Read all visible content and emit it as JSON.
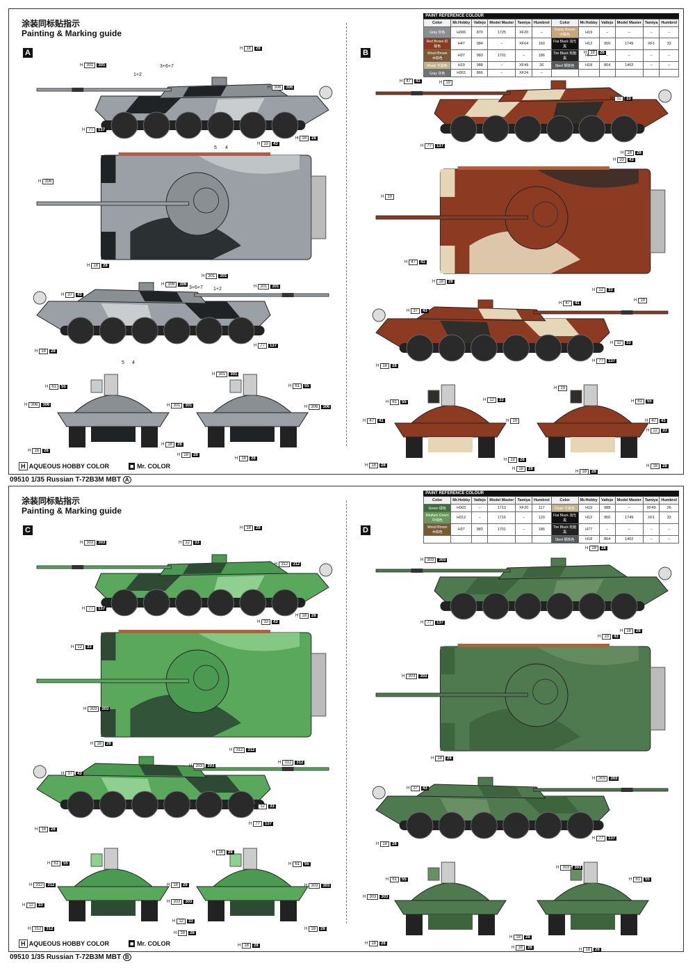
{
  "cn_title": "涂装同标贴指示",
  "en_title": "Painting & Marking guide",
  "legend": {
    "h_label": "AQUEOUS HOBBY COLOR",
    "m_label": "Mr. COLOR"
  },
  "footer": {
    "sheet1": "09510 1/35 Russian T-72B3M MBT",
    "sheet1_mark": "A",
    "sheet2": "09510 1/35 Russian T-72B3M MBT",
    "sheet2_mark": "B"
  },
  "schemes": [
    {
      "id": "A",
      "camo": [
        "#8a8f94",
        "#1f2326",
        "#c9cdd0"
      ],
      "hull": "#9aa0a5"
    },
    {
      "id": "B",
      "camo": [
        "#8c3a22",
        "#e6d6b8",
        "#2f2e2a"
      ],
      "hull": "#8c3a22"
    },
    {
      "id": "C",
      "camo": [
        "#4b9a52",
        "#2e4a34",
        "#8fcf8f"
      ],
      "hull": "#5aa85c"
    },
    {
      "id": "D",
      "camo": [
        "#4f7a4f",
        "#3e643e",
        "#6a8f64"
      ],
      "hull": "#4f7a4f"
    }
  ],
  "paint_table_1": {
    "caption": "PAINT REFERENCE COLOUR",
    "headers": [
      "Color",
      "Mr.Hobby",
      "Vallejo",
      "Model Master",
      "Tamiya",
      "Humbrol"
    ],
    "left": [
      {
        "name": "Gray 灰色",
        "color": "#8b8f92",
        "hobby": "H306",
        "vallejo": "870",
        "mm": "1725",
        "tamiya": "XF20",
        "humbrol": "–"
      },
      {
        "name": "Red Brown 红棕色",
        "color": "#8c3a22",
        "hobby": "H47",
        "vallejo": "984",
        "mm": "–",
        "tamiya": "XF64",
        "humbrol": "160"
      },
      {
        "name": "Wood Brown 木棕色",
        "color": "#7a5a33",
        "hobby": "H37",
        "vallejo": "983",
        "mm": "1701",
        "tamiya": "–",
        "humbrol": "186"
      },
      {
        "name": "Khaki 卡其色",
        "color": "#c2b48a",
        "hobby": "H19",
        "vallejo": "988",
        "mm": "–",
        "tamiya": "XF49",
        "humbrol": "26"
      },
      {
        "name": "Gray 灰色",
        "color": "#6f7477",
        "hobby": "H301",
        "vallejo": "866",
        "mm": "–",
        "tamiya": "XF24",
        "humbrol": "–"
      }
    ],
    "right": [
      {
        "name": "Sandy Brown 沙棕色",
        "color": "#c9a77a",
        "hobby": "H19",
        "vallejo": "–",
        "mm": "–",
        "tamiya": "–",
        "humbrol": "–"
      },
      {
        "name": "Flat Black 消光黑",
        "color": "#111111",
        "hobby": "H12",
        "vallejo": "950",
        "mm": "1749",
        "tamiya": "XF1",
        "humbrol": "33"
      },
      {
        "name": "Tire Black 轮胎黑",
        "color": "#222222",
        "hobby": "H77",
        "vallejo": "–",
        "mm": "–",
        "tamiya": "–",
        "humbrol": "–"
      },
      {
        "name": "Steel 钢铁色",
        "color": "#555a5d",
        "hobby": "H18",
        "vallejo": "864",
        "mm": "1402",
        "tamiya": "–",
        "humbrol": "–"
      }
    ]
  },
  "paint_table_2": {
    "caption": "PAINT REFERENCE COLOUR",
    "headers": [
      "Color",
      "Mr.Hobby",
      "Vallejo",
      "Model Master",
      "Tamiya",
      "Humbrol"
    ],
    "left": [
      {
        "name": "Green 绿色",
        "color": "#3f6e40",
        "hobby": "H303",
        "vallejo": "–",
        "mm": "1713",
        "tamiya": "XF20",
        "humbrol": "117"
      },
      {
        "name": "Medium Green 中绿色",
        "color": "#6a9a5a",
        "hobby": "H312",
        "vallejo": "–",
        "mm": "1716",
        "tamiya": "–",
        "humbrol": "120"
      },
      {
        "name": "Wood Brown 木棕色",
        "color": "#7a5a33",
        "hobby": "H37",
        "vallejo": "983",
        "mm": "1701",
        "tamiya": "–",
        "humbrol": "186"
      }
    ],
    "right": [
      {
        "name": "Khaki 卡其色",
        "color": "#c2b48a",
        "hobby": "H19",
        "vallejo": "988",
        "mm": "–",
        "tamiya": "XF49",
        "humbrol": "26"
      },
      {
        "name": "Flat Black 消光黑",
        "color": "#111111",
        "hobby": "H12",
        "vallejo": "950",
        "mm": "1749",
        "tamiya": "XF1",
        "humbrol": "33"
      },
      {
        "name": "Tire Black 轮胎黑",
        "color": "#222222",
        "hobby": "H77",
        "vallejo": "–",
        "mm": "–",
        "tamiya": "–",
        "humbrol": "–"
      },
      {
        "name": "Steel 钢铁色",
        "color": "#555a5d",
        "hobby": "H18",
        "vallejo": "864",
        "mm": "1402",
        "tamiya": "–",
        "humbrol": "–"
      }
    ]
  },
  "callouts": {
    "A": [
      [
        "H",
        "301",
        "301"
      ],
      [
        "H",
        "18",
        "28"
      ],
      [
        "H",
        "306",
        "306"
      ],
      [
        "H",
        "77",
        "137"
      ],
      [
        "H",
        "33",
        "43"
      ],
      [
        "H",
        "18",
        "28"
      ],
      [
        "H",
        "306",
        ""
      ],
      [
        "H",
        "18",
        "28"
      ],
      [
        "H",
        "301",
        "301"
      ],
      [
        "H",
        "37",
        "43"
      ],
      [
        "H",
        "306",
        "306"
      ],
      [
        "H",
        "301",
        "301"
      ],
      [
        "H",
        "18",
        "28"
      ],
      [
        "H",
        "77",
        "137"
      ],
      [
        "H",
        "61",
        "55"
      ],
      [
        "H",
        "306",
        "306"
      ],
      [
        "H",
        "18",
        "28"
      ],
      [
        "H",
        "301",
        "301"
      ],
      [
        "H",
        "18",
        "28"
      ],
      [
        "H",
        "301",
        "301"
      ],
      [
        "H",
        "61",
        "55"
      ],
      [
        "H",
        "306",
        "306"
      ],
      [
        "H",
        "18",
        "28"
      ],
      [
        "H",
        "18",
        "28"
      ]
    ],
    "B": [
      [
        "H",
        "18",
        "28"
      ],
      [
        "H",
        "47",
        "41"
      ],
      [
        "H",
        "19",
        ""
      ],
      [
        "H",
        "12",
        "33"
      ],
      [
        "H",
        "77",
        "137"
      ],
      [
        "H",
        "18",
        "28"
      ],
      [
        "H",
        "18",
        "28"
      ],
      [
        "H",
        "33",
        "43"
      ],
      [
        "H",
        "19",
        ""
      ],
      [
        "H",
        "47",
        "41"
      ],
      [
        "H",
        "12",
        "33"
      ],
      [
        "H",
        "18",
        "28"
      ],
      [
        "H",
        "37",
        "43"
      ],
      [
        "H",
        "47",
        "41"
      ],
      [
        "H",
        "19",
        ""
      ],
      [
        "H",
        "12",
        "33"
      ],
      [
        "H",
        "18",
        "28"
      ],
      [
        "H",
        "77",
        "137"
      ],
      [
        "H",
        "61",
        "55"
      ],
      [
        "H",
        "47",
        "41"
      ],
      [
        "H",
        "12",
        "33"
      ],
      [
        "H",
        "19",
        ""
      ],
      [
        "H",
        "18",
        "28"
      ],
      [
        "H",
        "18",
        "28"
      ],
      [
        "H",
        "19",
        ""
      ],
      [
        "H",
        "61",
        "55"
      ],
      [
        "H",
        "47",
        "41"
      ],
      [
        "H",
        "12",
        "33"
      ],
      [
        "H",
        "18",
        "28"
      ],
      [
        "H",
        "18",
        "28"
      ],
      [
        "H",
        "18",
        "28"
      ]
    ],
    "C": [
      [
        "H",
        "303",
        "303"
      ],
      [
        "H",
        "12",
        "33"
      ],
      [
        "H",
        "18",
        "28"
      ],
      [
        "H",
        "312",
        "312"
      ],
      [
        "H",
        "77",
        "137"
      ],
      [
        "H",
        "33",
        "43"
      ],
      [
        "H",
        "18",
        "28"
      ],
      [
        "H",
        "12",
        "33"
      ],
      [
        "H",
        "303",
        "303"
      ],
      [
        "H",
        "18",
        "28"
      ],
      [
        "H",
        "312",
        "312"
      ],
      [
        "H",
        "37",
        "43"
      ],
      [
        "H",
        "303",
        "303"
      ],
      [
        "H",
        "312",
        "312"
      ],
      [
        "H",
        "12",
        "33"
      ],
      [
        "H",
        "18",
        "28"
      ],
      [
        "H",
        "77",
        "137"
      ],
      [
        "H",
        "61",
        "55"
      ],
      [
        "H",
        "312",
        "312"
      ],
      [
        "H",
        "12",
        "33"
      ],
      [
        "H",
        "18",
        "28"
      ],
      [
        "H",
        "303",
        "303"
      ],
      [
        "H",
        "312",
        "312"
      ],
      [
        "H",
        "18",
        "28"
      ],
      [
        "H",
        "12",
        "33"
      ],
      [
        "H",
        "61",
        "55"
      ],
      [
        "H",
        "303",
        "303"
      ],
      [
        "H",
        "18",
        "28"
      ],
      [
        "H",
        "18",
        "28"
      ],
      [
        "H",
        "18",
        "28"
      ]
    ],
    "D": [
      [
        "H",
        "303",
        "303"
      ],
      [
        "H",
        "18",
        "28"
      ],
      [
        "H",
        "77",
        "137"
      ],
      [
        "H",
        "33",
        "43"
      ],
      [
        "H",
        "18",
        "28"
      ],
      [
        "H",
        "303",
        "303"
      ],
      [
        "H",
        "18",
        "28"
      ],
      [
        "H",
        "37",
        "43"
      ],
      [
        "H",
        "303",
        "303"
      ],
      [
        "H",
        "18",
        "28"
      ],
      [
        "H",
        "77",
        "137"
      ],
      [
        "H",
        "303",
        "303"
      ],
      [
        "H",
        "61",
        "55"
      ],
      [
        "H",
        "303",
        "303"
      ],
      [
        "H",
        "61",
        "55"
      ],
      [
        "H",
        "18",
        "28"
      ],
      [
        "H",
        "18",
        "28"
      ],
      [
        "H",
        "18",
        "28"
      ],
      [
        "H",
        "18",
        "28"
      ]
    ]
  },
  "decal_nums": {
    "a1": "1+2",
    "a2": "3+6+7",
    "a3": "5",
    "a4": "4",
    "a5": "3+6+7",
    "a6": "1+2",
    "a7": "5",
    "a8": "4"
  }
}
